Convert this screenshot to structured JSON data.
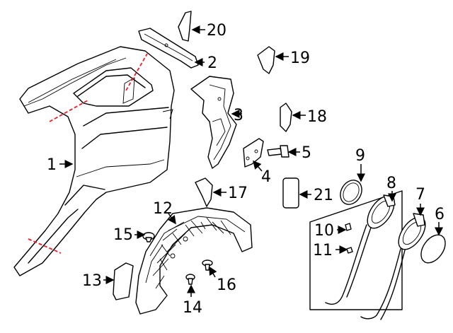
{
  "callouts": [
    {
      "id": "1",
      "text": "1"
    },
    {
      "id": "2",
      "text": "2"
    },
    {
      "id": "3",
      "text": "3"
    },
    {
      "id": "4",
      "text": "4"
    },
    {
      "id": "5",
      "text": "5"
    },
    {
      "id": "6",
      "text": "6"
    },
    {
      "id": "7",
      "text": "7"
    },
    {
      "id": "8",
      "text": "8"
    },
    {
      "id": "9",
      "text": "9"
    },
    {
      "id": "10",
      "text": "10"
    },
    {
      "id": "11",
      "text": "11"
    },
    {
      "id": "12",
      "text": "12"
    },
    {
      "id": "13",
      "text": "13"
    },
    {
      "id": "14",
      "text": "14"
    },
    {
      "id": "15",
      "text": "15"
    },
    {
      "id": "16",
      "text": "16"
    },
    {
      "id": "17",
      "text": "17"
    },
    {
      "id": "18",
      "text": "18"
    },
    {
      "id": "19",
      "text": "19"
    },
    {
      "id": "20",
      "text": "20"
    },
    {
      "id": "21",
      "text": "21"
    }
  ],
  "colors": {
    "line": "#000000",
    "cut_line": "#e8202a",
    "background": "#ffffff"
  }
}
